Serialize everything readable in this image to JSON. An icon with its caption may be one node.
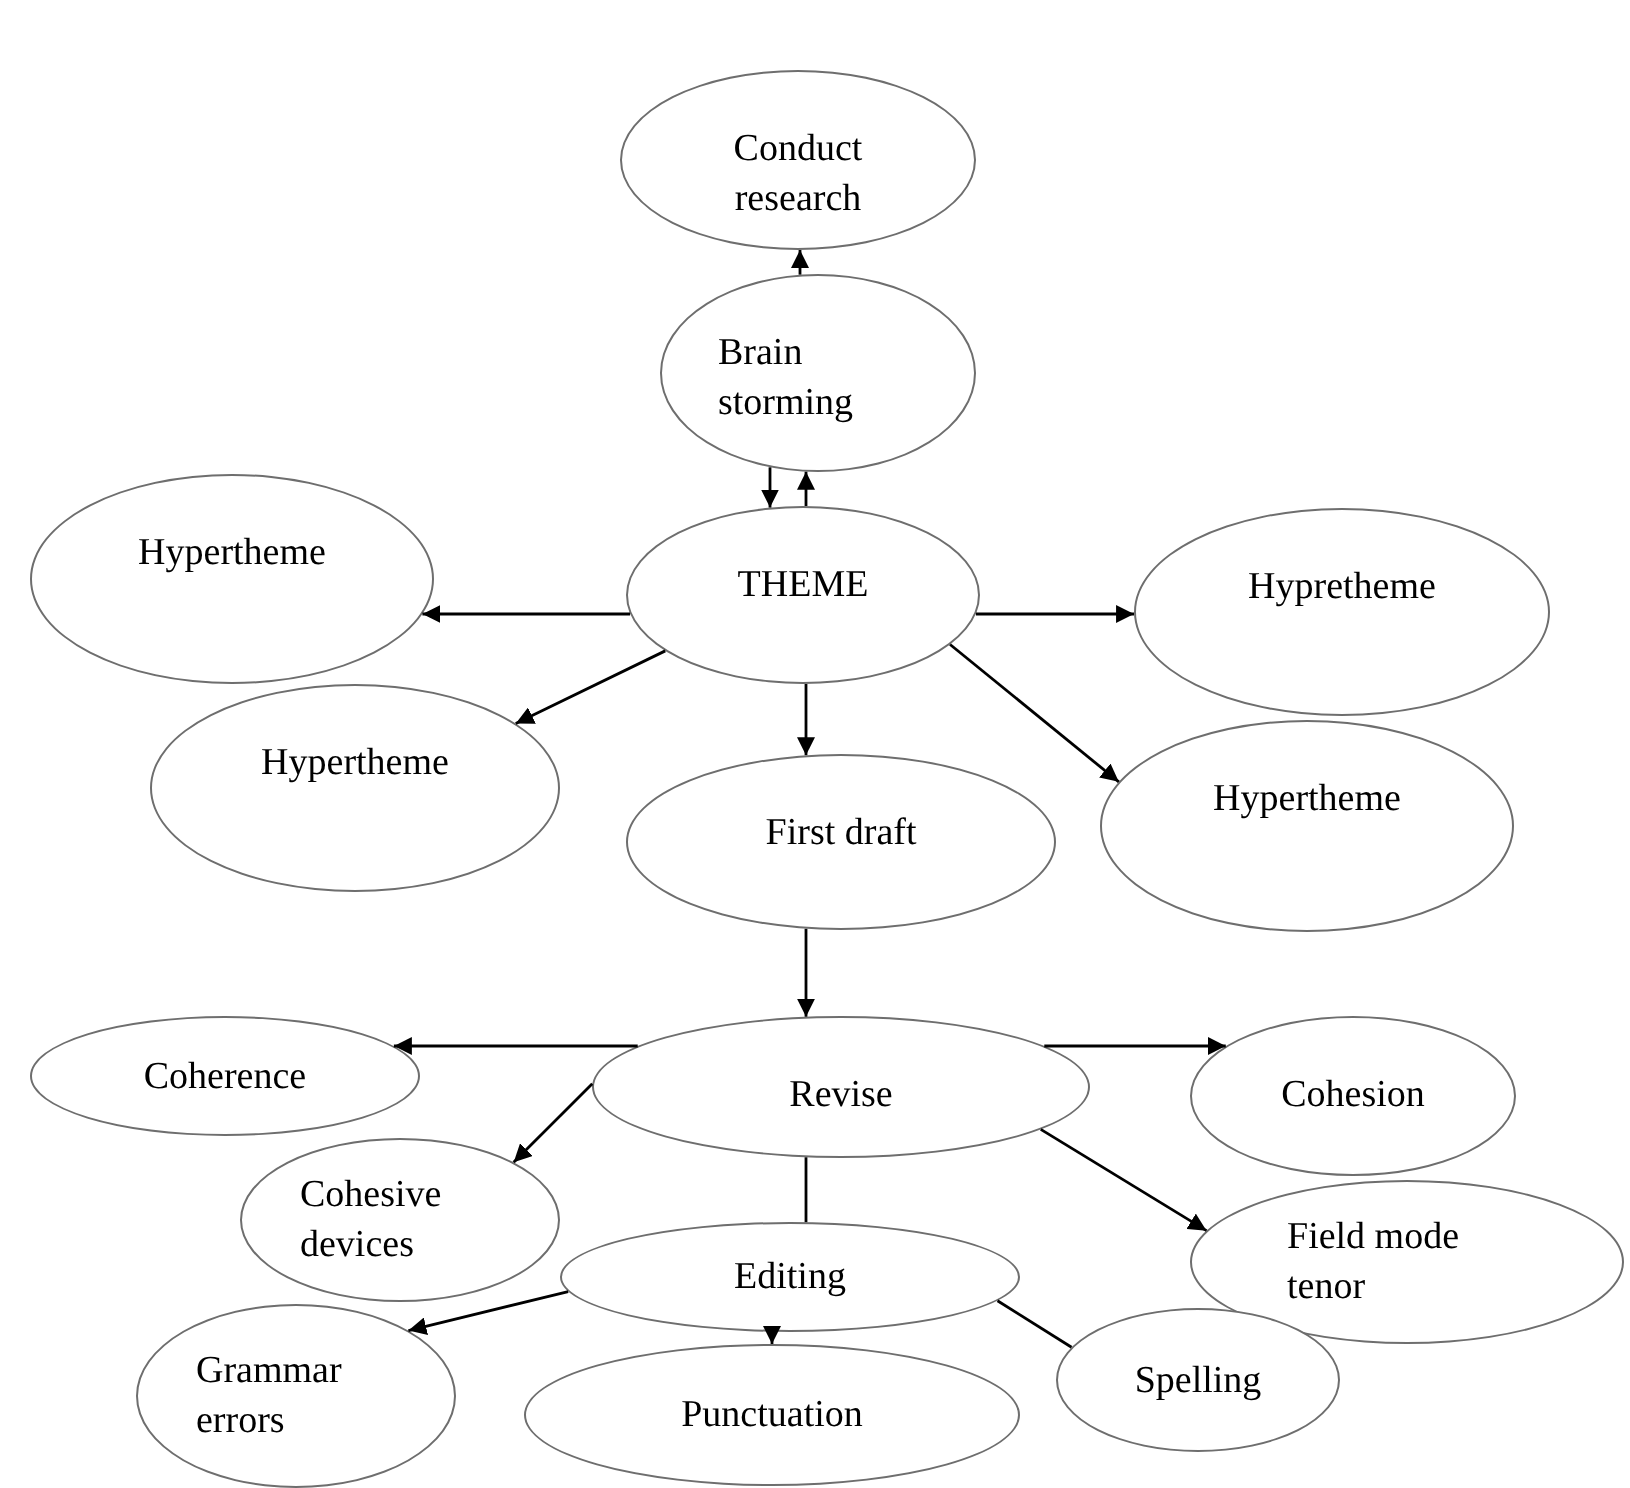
{
  "diagram": {
    "nodes": [
      {
        "text": [
          "Conduct research"
        ]
      },
      {
        "text": [
          "Brain storming"
        ]
      },
      {
        "text": [
          "Hypertheme"
        ]
      },
      {
        "text": [
          "THEME"
        ]
      },
      {
        "text": [
          "Hypretheme"
        ]
      },
      {
        "text": [
          "Hypertheme"
        ]
      },
      {
        "text": [
          "First draft"
        ]
      },
      {
        "text": [
          "Hypertheme"
        ]
      },
      {
        "text": [
          "Coherence"
        ]
      },
      {
        "text": [
          "Revise"
        ]
      },
      {
        "text": [
          "Cohesion"
        ]
      },
      {
        "text": [
          "Cohesive devices"
        ]
      },
      {
        "text": [
          "Field mode tenor"
        ]
      },
      {
        "text": [
          "Editing"
        ]
      },
      {
        "text": [
          "Grammar errors"
        ]
      },
      {
        "text": [
          "Punctuation"
        ]
      },
      {
        "text": [
          "Spelling"
        ]
      }
    ],
    "edges": [
      {
        "from": 1,
        "to": 0,
        "arrow": "to"
      },
      {
        "from": 3,
        "to": 1,
        "arrow": "to"
      },
      {
        "from": 1,
        "to": 3,
        "arrow": "to"
      },
      {
        "from": 3,
        "to": 2,
        "arrow": "to"
      },
      {
        "from": 3,
        "to": 4,
        "arrow": "to"
      },
      {
        "from": 3,
        "to": 5,
        "arrow": "to"
      },
      {
        "from": 3,
        "to": 6,
        "arrow": "to"
      },
      {
        "from": 3,
        "to": 7,
        "arrow": "to"
      },
      {
        "from": 6,
        "to": 9,
        "arrow": "to"
      },
      {
        "from": 9,
        "to": 8,
        "arrow": "to"
      },
      {
        "from": 9,
        "to": 10,
        "arrow": "to"
      },
      {
        "from": 9,
        "to": 11,
        "arrow": "to"
      },
      {
        "from": 9,
        "to": 12,
        "arrow": "to"
      },
      {
        "from": 9,
        "to": 13,
        "arrow": "none"
      },
      {
        "from": 13,
        "to": 14,
        "arrow": "to"
      },
      {
        "from": 13,
        "to": 15,
        "arrow": "to"
      },
      {
        "from": 13,
        "to": 16,
        "arrow": "none"
      }
    ]
  }
}
